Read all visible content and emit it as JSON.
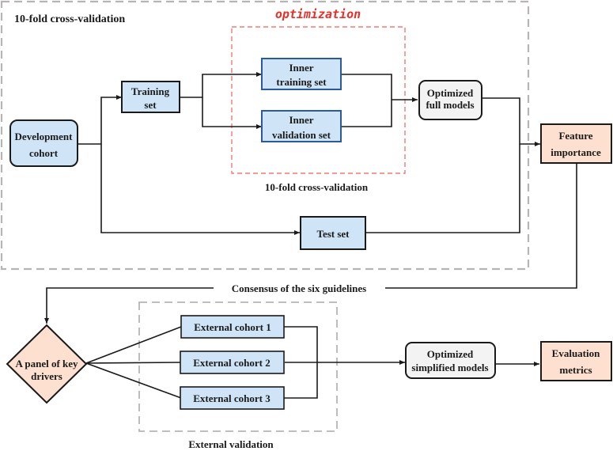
{
  "colors": {
    "blue_box_fill": "#cfe4f7",
    "blue_box_border": "#2b5a9a",
    "peach_fill": "#fde0cf",
    "grey_fill": "#f3f3f3",
    "outer_dash": "#b8b4b4",
    "optim_dash": "#f07a70",
    "optim_label": "#e8302a",
    "text": "#1a1a1a"
  },
  "groups": {
    "outer_cv_label": "10-fold cross-validation",
    "optimization_label": "optimization",
    "inner_cv_label": "10-fold cross-validation",
    "external_validation_label": "External validation",
    "consensus_label": "Consensus of the six guidelines"
  },
  "nodes": {
    "development_cohort": [
      "Development",
      "cohort"
    ],
    "training_set": [
      "Training",
      "set"
    ],
    "inner_training_set": [
      "Inner",
      "training set"
    ],
    "inner_validation_set": [
      "Inner",
      "validation set"
    ],
    "optimized_full_models": [
      "Optimized",
      "full models"
    ],
    "test_set": [
      "Test set"
    ],
    "feature_importance": [
      "Feature",
      "importance"
    ],
    "key_drivers": [
      "A panel of key",
      "drivers"
    ],
    "external_cohorts": [
      "External cohort 1",
      "External cohort 2",
      "External cohort 3"
    ],
    "optimized_simplified_models": [
      "Optimized",
      "simplified models"
    ],
    "evaluation_metrics": [
      "Evaluation",
      "metrics"
    ]
  }
}
